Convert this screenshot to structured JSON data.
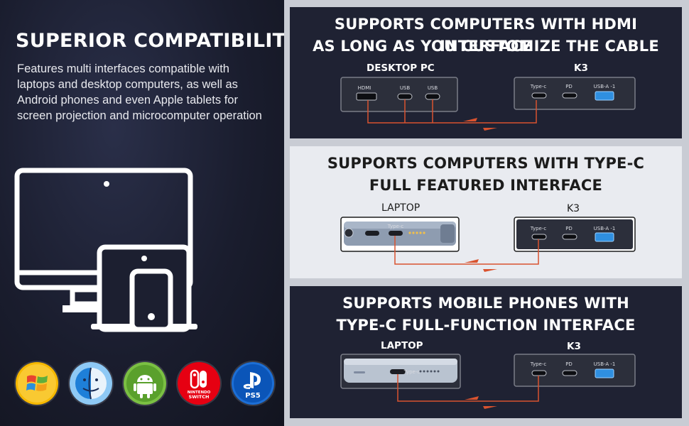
{
  "left": {
    "heading": "SUPERIOR COMPATIBILITIES",
    "description": "Features multi interfaces compatible with laptops and desktop computers, as well as Android phones and even Apple tablets for screen projection and microcomputer operation",
    "os_icons": [
      "windows-icon",
      "finder-icon",
      "android-icon",
      "nintendo-switch-icon",
      "ps5-icon"
    ],
    "switch_text_top": "NINTENDO",
    "switch_text_bottom": "SWITCH",
    "ps5_text": "PS5"
  },
  "panels": [
    {
      "title_line1": "SUPPORTS COMPUTERS WITH HDMI INTERFACE",
      "title_line2": "AS LONG AS YOU CUSTOMIZE THE CABLE",
      "source_label": "DESKTOP PC",
      "target_label": "K3",
      "source_ports": [
        "HDMI",
        "USB",
        "USB"
      ],
      "target_ports": [
        "Type-c",
        "PD",
        "USB-A -1"
      ]
    },
    {
      "title_line1": "SUPPORTS COMPUTERS WITH TYPE-C",
      "title_line2": "FULL FEATURED INTERFACE",
      "source_label": "LAPTOP",
      "target_label": "K3",
      "source_ports": [
        "Type-c"
      ],
      "target_ports": [
        "Type-c",
        "PD",
        "USB-A -1"
      ]
    },
    {
      "title_line1": "SUPPORTS MOBILE PHONES WITH",
      "title_line2": "TYPE-C FULL-FUNCTION INTERFACE",
      "source_label": "LAPTOP",
      "target_label": "K3",
      "source_ports": [
        "Type-c"
      ],
      "target_ports": [
        "Type-c",
        "PD",
        "USB-A -1"
      ]
    }
  ],
  "colors": {
    "accent_cable": "#d9532f",
    "usb_blue": "#2f8fe0",
    "panel_dark": "#1f2233",
    "panel_light": "#e9ebf0"
  }
}
